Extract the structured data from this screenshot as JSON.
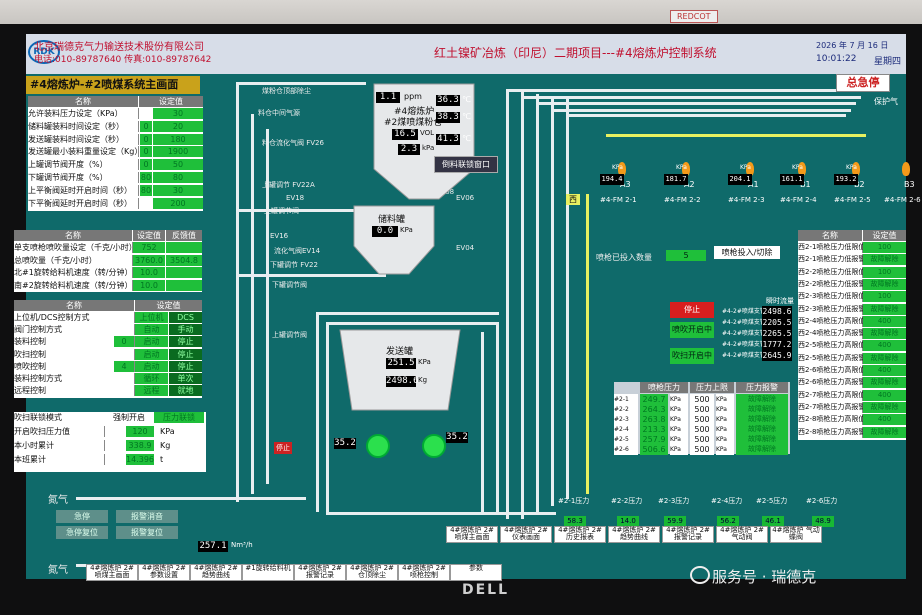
{
  "wall": {
    "sticker": "REDCOT"
  },
  "header": {
    "logo": "RDK",
    "company": "北京瑞德克气力输送技术股份有限公司",
    "phone": "电话:010-89787640  传真:010-89787642",
    "project": "红土镍矿冶炼（印尼）二期项目---#4熔炼炉控制系统",
    "date": "2026 年  7  月  16 日",
    "time": "10:01:22",
    "weekday": "星期四"
  },
  "main_title": "#4熔炼炉-#2喷煤系统主画面",
  "emergency_stop": "总急停",
  "protect_gas": "保护气",
  "param_table1": {
    "headers": [
      "名称",
      "设定值"
    ],
    "rows": [
      {
        "label": "允许装料压力设定（KPa）",
        "value": "30"
      },
      {
        "label": "储料罐装料时间设定（秒）",
        "value": "20"
      },
      {
        "label": "发送罐装料时间设定（秒）",
        "value": "180"
      },
      {
        "label": "发送罐最小装料重量设定（Kg）",
        "value": "1900"
      },
      {
        "label": "上罐调节阀开度（%）",
        "value": "50"
      },
      {
        "label": "下罐调节阀开度（%）",
        "value": "80"
      },
      {
        "label": "上平衡阀延时开启时间（秒）",
        "value": "30"
      },
      {
        "label": "下平衡阀延时开启时间（秒）",
        "value": "200"
      }
    ],
    "extra": [
      "0",
      "0",
      "0",
      "0",
      "80",
      "80"
    ]
  },
  "param_table2": {
    "headers": [
      "名称",
      "设定值",
      "反馈值"
    ],
    "rows": [
      {
        "label": "单支喷枪喷吹量设定（千克/小时）",
        "set": "752",
        "fb": ""
      },
      {
        "label": "总喷吹量（千克/小时）",
        "set": "3760.0",
        "fb": "3504.8"
      },
      {
        "label": "北#1旋转给料机速度（转/分钟）",
        "set": "10.0",
        "fb": ""
      },
      {
        "label": "南#2旋转给料机速度（转/分钟）",
        "set": "10.0",
        "fb": ""
      }
    ]
  },
  "control_table": {
    "headers": [
      "名称",
      "设定值"
    ],
    "rows": [
      {
        "label": "上位机/DCS控制方式",
        "a": "上位机",
        "b": "DCS"
      },
      {
        "label": "阀门控制方式",
        "a": "自动",
        "b": "手动"
      },
      {
        "label": "装料控制",
        "n": "0",
        "a": "启动",
        "b": "停止"
      },
      {
        "label": "吹扫控制",
        "a": "启动",
        "b": "停止"
      },
      {
        "label": "喷吹控制",
        "n": "4",
        "a": "启动",
        "b": "停止"
      },
      {
        "label": "装料控制方式",
        "a": "循环",
        "b": "单次"
      },
      {
        "label": "远程控制",
        "a": "远程",
        "b": "就地"
      }
    ]
  },
  "purge_table": {
    "headers": [
      "吹扫联锁模式",
      "强制开启",
      "压力联锁"
    ],
    "rows": [
      {
        "label": "开启吹扫压力值",
        "value": "120",
        "unit": "KPa"
      },
      {
        "label": "本小时累计",
        "value": "338.9",
        "unit": "Kg"
      },
      {
        "label": "本班累计",
        "value": "14.396",
        "unit": "t"
      }
    ]
  },
  "nitrogen1": "氮气",
  "nitrogen2": "氮气",
  "alarm": {
    "estop": "急停",
    "ack": "报警消音",
    "estop_reset": "急停复位",
    "alarm_reset": "报警复位"
  },
  "bottom_flow": {
    "value": "257.1",
    "unit": "Nm³/h"
  },
  "coal_bin": {
    "label1": "#4熔炼炉",
    "label2": "#2煤喷煤粉仓",
    "level": "1.1",
    "level_unit": "ppm",
    "temp1": "36.3",
    "temp2": "38.3",
    "temp3": "41.3",
    "vol": "16.5",
    "vol_unit": "VOL",
    "pressure": "2.3",
    "pressure_unit": "kPa",
    "temp_unit": "℃",
    "button": "倒料联锁窗口"
  },
  "storage_tank": {
    "label": "储料罐",
    "value": "0.0",
    "unit": "KPa"
  },
  "send_tank": {
    "label": "发送罐",
    "pressure": "251.5",
    "p_unit": "KPa",
    "weight": "2498.6",
    "w_unit": "Kg"
  },
  "feeder": {
    "left": "35.2",
    "right": "35.2",
    "stop_label": "停止"
  },
  "left_labels": [
    "煤粉仓顶部除尘",
    "料仓中间气源",
    "料仓流化气阀 FV26",
    "上罐调节 FV22A",
    "EV18",
    "上罐调节阀",
    "EV16",
    "流化气阀EV14",
    "下罐调节 FV22",
    "下罐调节阀",
    "上罐调节阀"
  ],
  "mid_labels": [
    "EV08",
    "EV06",
    "EV04"
  ],
  "west_label": "西",
  "furnace": {
    "pressure_unit": "KPa",
    "pressures": [
      "194.4",
      "181.7",
      "204.1",
      "161.1",
      "193.2"
    ],
    "lances": [
      "A3",
      "A2",
      "A1",
      "B1",
      "B2",
      "B3"
    ],
    "names": [
      "#4-FM 2-1",
      "#4-FM 2-2",
      "#4-FM 2-3",
      "#4-FM 2-4",
      "#4-FM 2-5",
      "#4-FM 2-6"
    ]
  },
  "lance_count": {
    "label": "喷枪已投入数量",
    "value": "5",
    "button": "喷枪投入/切除"
  },
  "run_buttons": {
    "stop": "停止",
    "run1": "喷吹开启中",
    "run2": "吹扫开启中"
  },
  "flow_table": {
    "title": "瞬时流量",
    "rows": [
      {
        "name": "#4-2#喷煤支管",
        "value": "2498.6"
      },
      {
        "name": "#4-2#喷煤支管",
        "value": "2205.5"
      },
      {
        "name": "#4-2#喷煤支管",
        "value": "2265.5"
      },
      {
        "name": "#4-2#喷煤支管",
        "value": "1777.2"
      },
      {
        "name": "#4-2#喷煤支管",
        "value": "2645.9"
      }
    ]
  },
  "pressure_table": {
    "headers": [
      "喷枪压力",
      "压力上限",
      "压力报警"
    ],
    "rows": [
      {
        "name": "#2-1",
        "p": "249.7",
        "lim": "500",
        "alarm": "故障解除"
      },
      {
        "name": "#2-2",
        "p": "264.3",
        "lim": "500",
        "alarm": "故障解除"
      },
      {
        "name": "#2-3",
        "p": "263.8",
        "lim": "500",
        "alarm": "故障解除"
      },
      {
        "name": "#2-4",
        "p": "213.3",
        "lim": "500",
        "alarm": "故障解除"
      },
      {
        "name": "#2-5",
        "p": "257.9",
        "lim": "500",
        "alarm": "故障解除"
      },
      {
        "name": "#2-6",
        "p": "506.6",
        "lim": "500",
        "alarm": "故障解除"
      }
    ],
    "unit": "KPa"
  },
  "alarm_table": {
    "headers": [
      "名称",
      "设定值"
    ],
    "rows": [
      {
        "label": "西2-1喷枪压力低限值",
        "value": "100"
      },
      {
        "label": "西2-1喷枪压力低报警",
        "value": "故障解除"
      },
      {
        "label": "西2-2喷枪压力低限值",
        "value": "100"
      },
      {
        "label": "西2-2喷枪压力低报警",
        "value": "故障解除"
      },
      {
        "label": "西2-3喷枪压力低限值",
        "value": "100"
      },
      {
        "label": "西2-3喷枪压力低报警",
        "value": "故障解除"
      },
      {
        "label": "西2-4喷枪压力高限值",
        "value": "400"
      },
      {
        "label": "西2-4喷枪压力高报警",
        "value": "故障解除"
      },
      {
        "label": "西2-5喷枪压力高限值",
        "value": "400"
      },
      {
        "label": "西2-5喷枪压力高报警",
        "value": "故障解除"
      },
      {
        "label": "西2-6喷枪压力高限值",
        "value": "400"
      },
      {
        "label": "西2-6喷枪压力高报警",
        "value": "故障解除"
      },
      {
        "label": "西2-7喷枪压力高限值",
        "value": "400"
      },
      {
        "label": "西2-7喷枪压力高报警",
        "value": "故障解除"
      },
      {
        "label": "西2-8喷枪压力高限值",
        "value": "400"
      },
      {
        "label": "西2-8喷枪压力高报警",
        "value": "故障解除"
      }
    ]
  },
  "branch_labels": [
    "#2-1压力",
    "#2-2压力",
    "#2-3压力",
    "#2-4压力",
    "#2-5压力",
    "#2-6压力"
  ],
  "branch_values": [
    "58.3",
    "14.0",
    "59.9",
    "56.2",
    "46.1",
    "48.9"
  ],
  "nav": [
    "4#熔炼炉 2#喷煤主画面",
    "4#熔炼炉 2#参数设置",
    "4#熔炼炉 2#趋势曲线",
    "#1旋转给料机",
    "4#熔炼炉 2#报警记录",
    "4#熔炼炉 2#仓顶除尘",
    "4#熔炼炉 2#喷枪控制",
    "参数",
    "4#熔炼炉 2#喷煤主画面",
    "4#熔炼炉 2#仪表画面",
    "4#熔炼炉 2#历史报表",
    "4#熔炼炉 2#趋势曲线",
    "4#熔炼炉 2#报警记录",
    "4#熔炼炉 2#气动阀",
    "4#熔炼炉 气动蝶阀"
  ],
  "monitor_brand": "DELL",
  "watermark": "服务号 · 瑞德克"
}
